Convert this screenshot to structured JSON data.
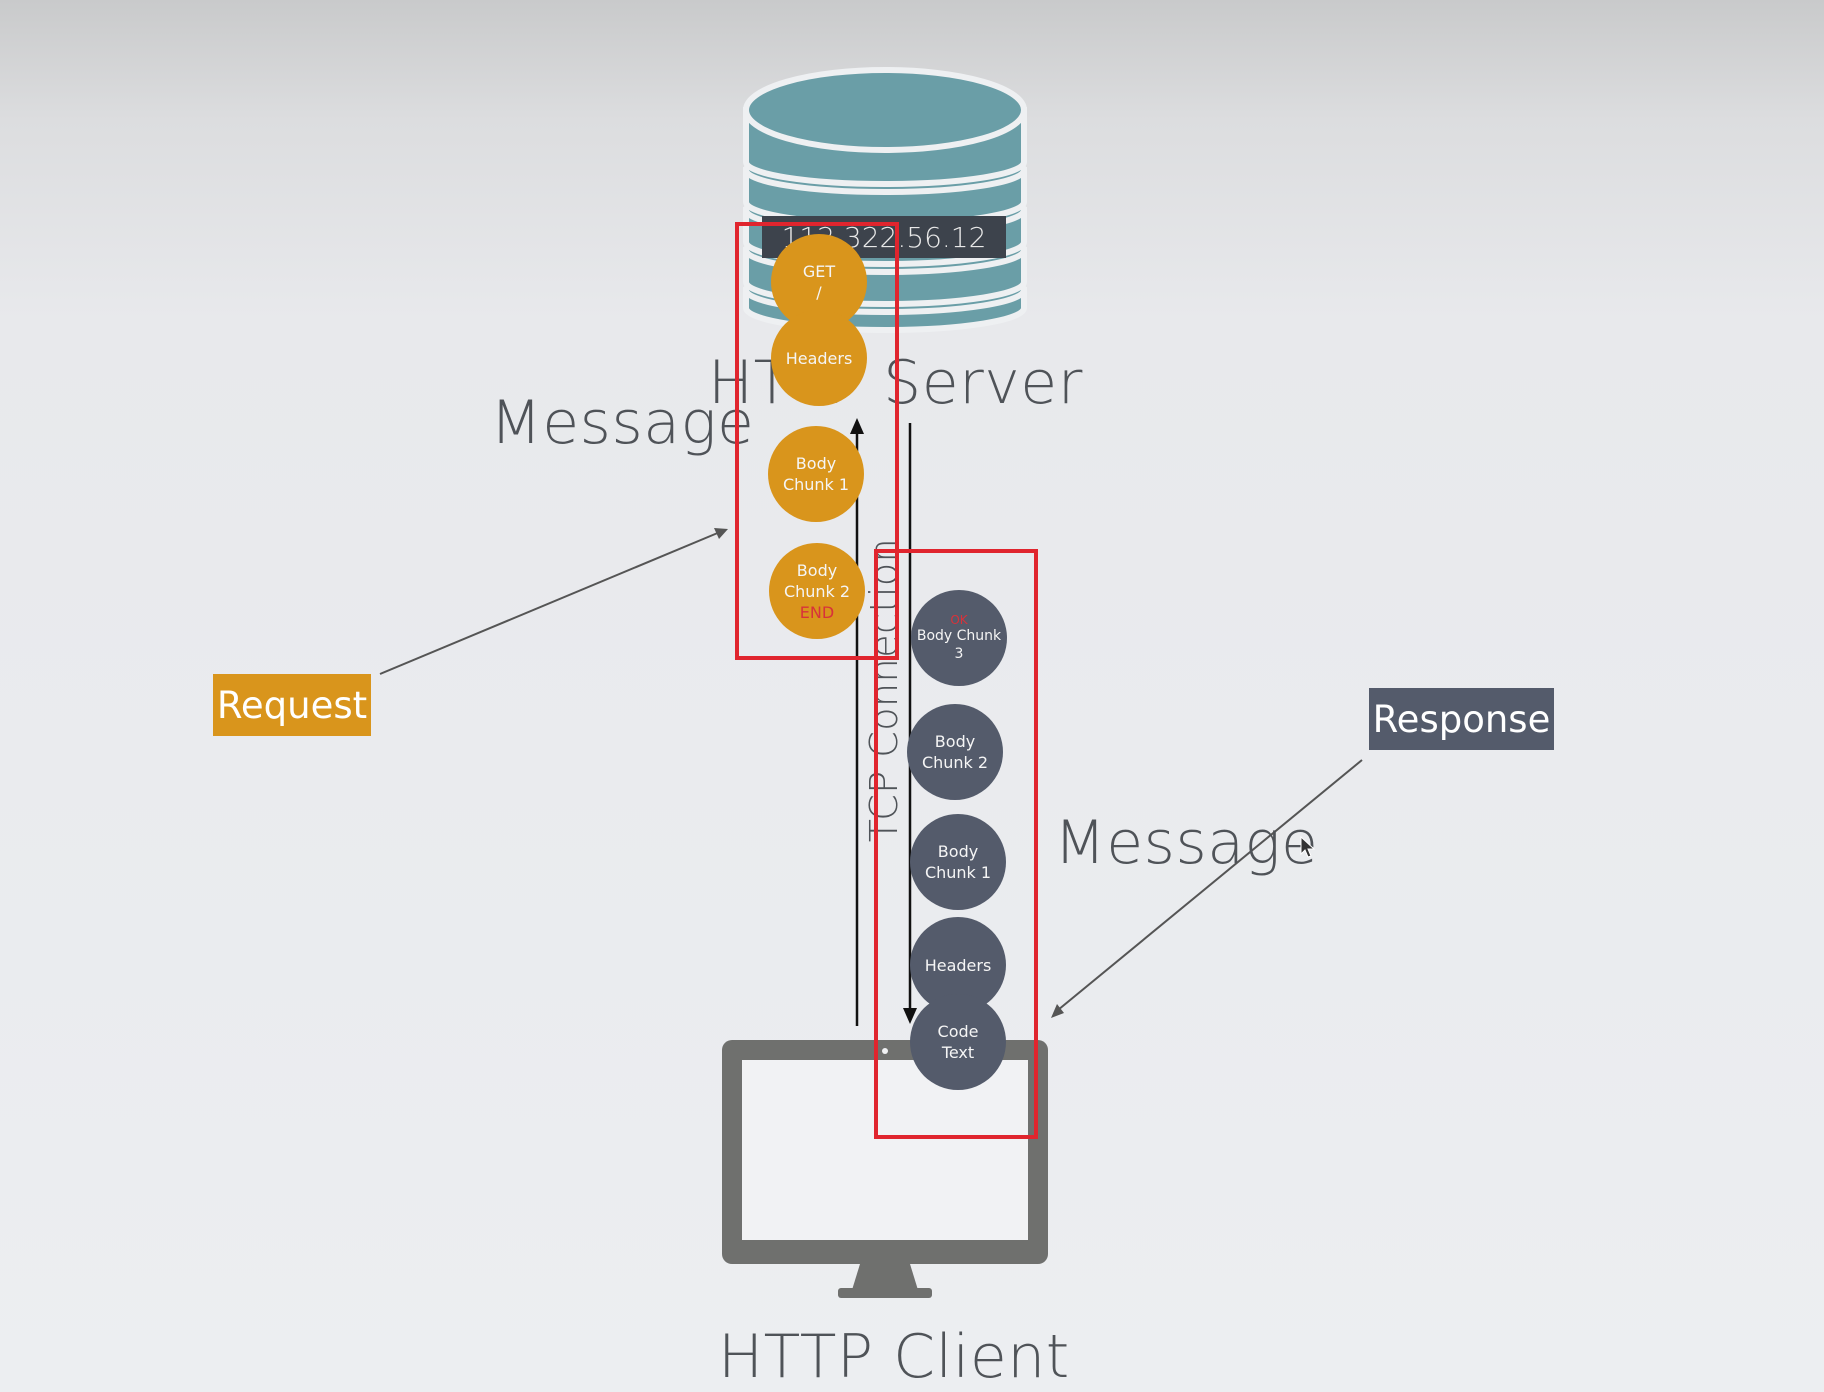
{
  "server": {
    "ip_label": "112.322.56.12",
    "title": "HTTP Server"
  },
  "client": {
    "title": "HTTP Client"
  },
  "connection": {
    "label": "TCP Connection"
  },
  "request": {
    "tag": "Request",
    "message_label": "Message",
    "chips": [
      {
        "lines": [
          "GET",
          "/"
        ]
      },
      {
        "lines": [
          "Headers"
        ]
      },
      {
        "lines": [
          "Body",
          "Chunk 1"
        ]
      },
      {
        "lines": [
          "Body",
          "Chunk 2"
        ],
        "extra": "END"
      }
    ]
  },
  "response": {
    "tag": "Response",
    "message_label": "Message",
    "chips": [
      {
        "lines": [
          "Body Chunk",
          "3"
        ],
        "extra": "OK"
      },
      {
        "lines": [
          "Body",
          "Chunk 2"
        ]
      },
      {
        "lines": [
          "Body",
          "Chunk 1"
        ]
      },
      {
        "lines": [
          "Headers"
        ]
      },
      {
        "lines": [
          "Code",
          "Text"
        ]
      }
    ]
  },
  "colors": {
    "request": "#d9951c",
    "response": "#545b6b",
    "highlight": "#e0252e",
    "database": "#6a9ea7",
    "monitor": "#6f706e"
  }
}
